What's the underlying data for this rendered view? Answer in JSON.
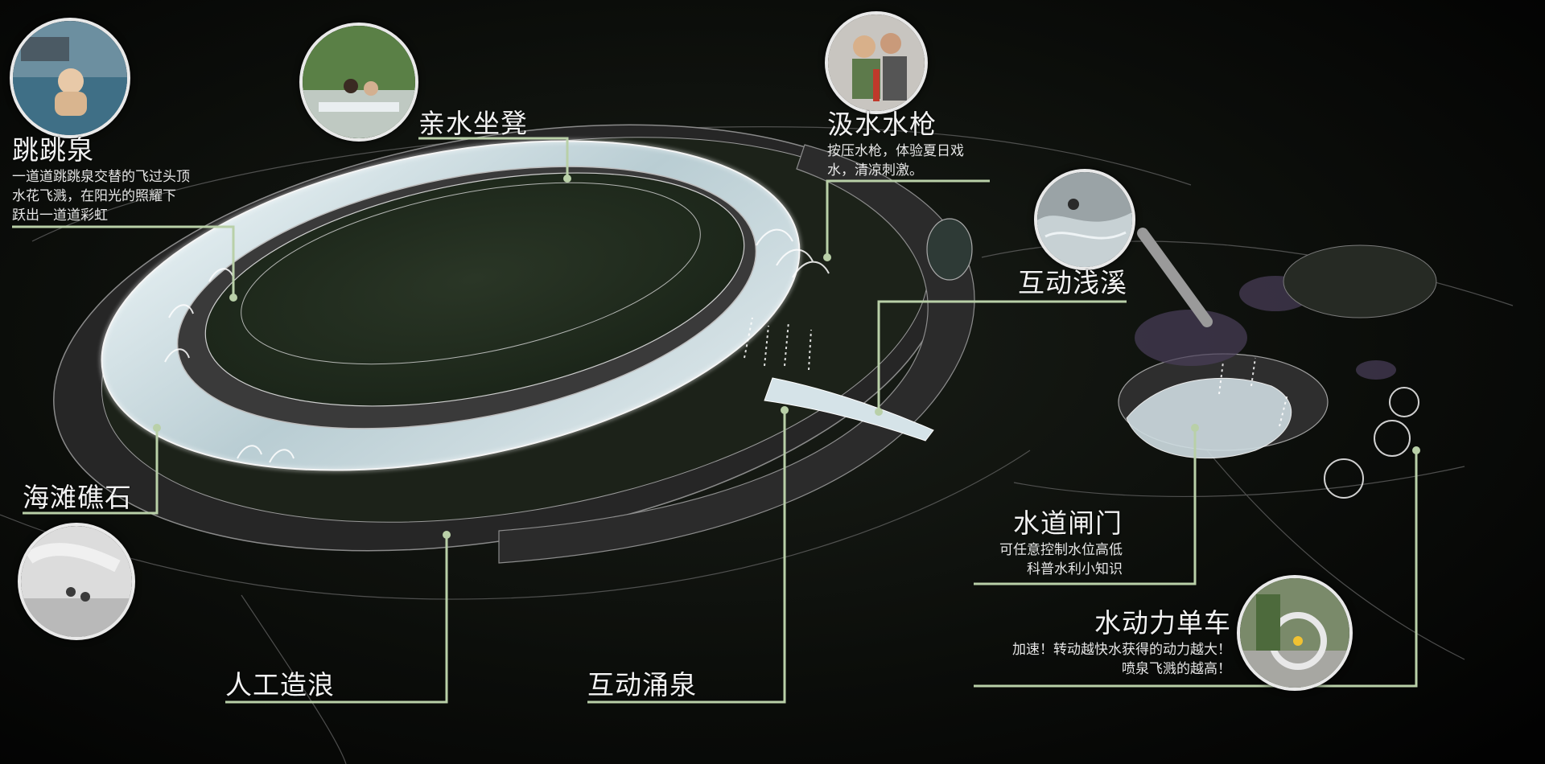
{
  "features": [
    {
      "id": "tiaotiaoquan",
      "title": "跳跳泉",
      "desc": [
        "一道道跳跳泉交替的飞过头顶",
        "水花飞溅，在阳光的照耀下",
        "跃出一道道彩虹"
      ]
    },
    {
      "id": "qinshui",
      "title": "亲水坐凳",
      "desc": []
    },
    {
      "id": "jishui",
      "title": "汲水水枪",
      "desc": [
        "按压水枪，体验夏日戏",
        "水，清凉刺激。"
      ]
    },
    {
      "id": "hudongqianxi",
      "title": "互动浅溪",
      "desc": []
    },
    {
      "id": "haitan",
      "title": "海滩礁石",
      "desc": []
    },
    {
      "id": "rengong",
      "title": "人工造浪",
      "desc": []
    },
    {
      "id": "hudongyong",
      "title": "互动涌泉",
      "desc": []
    },
    {
      "id": "shuidao",
      "title": "水道闸门",
      "desc": [
        "可任意控制水位高低",
        "科普水利小知识"
      ]
    },
    {
      "id": "danche",
      "title": "水动力单车",
      "desc": [
        "加速！转动越快水获得的动力越大！",
        "喷泉飞溅的越高！"
      ]
    }
  ],
  "colors": {
    "background": "#050505",
    "lawn": "#1e2a1c",
    "water": "#c9d8de",
    "leader_line": "#b9d0a8",
    "text": "#f2f2f2"
  },
  "icons": [
    "photo-tiaotiaoquan",
    "photo-qinshui",
    "photo-jishui",
    "photo-hudongqianxi",
    "photo-haitan",
    "photo-danche"
  ]
}
